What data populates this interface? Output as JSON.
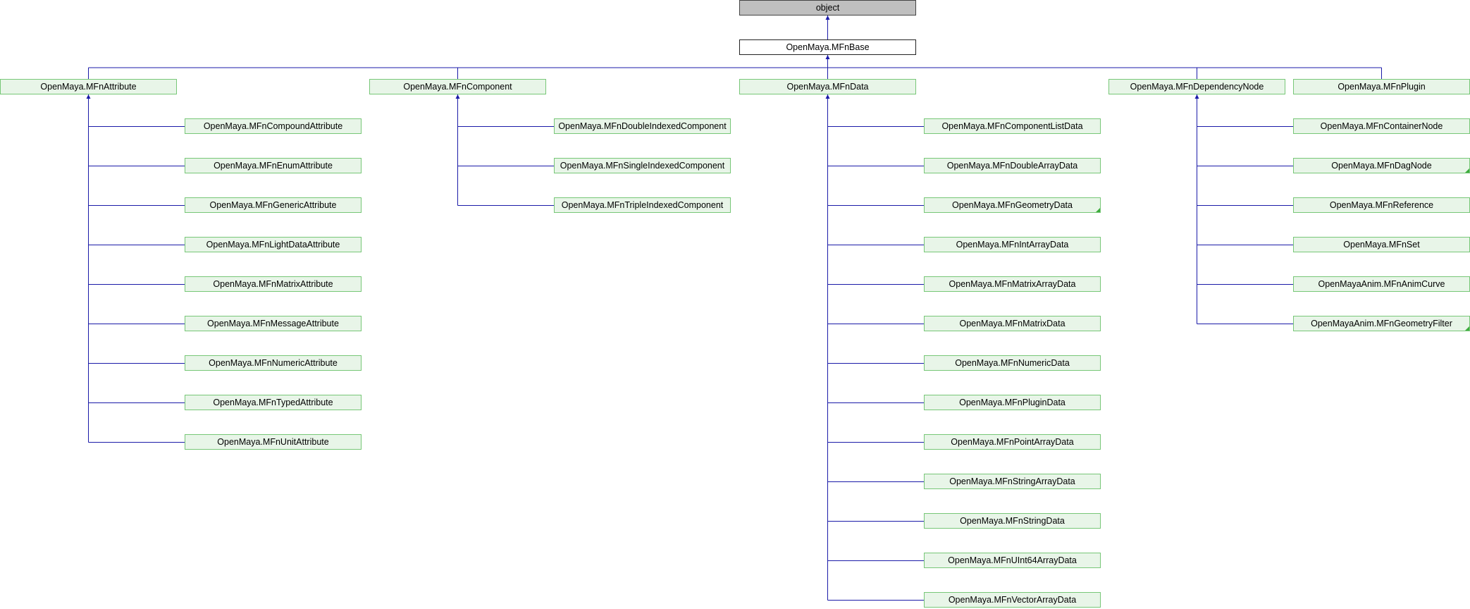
{
  "colors": {
    "edge": "#1a1aa8",
    "node_fill": "#e8f5e8",
    "node_border": "#77c777",
    "root_fill": "#bfbfbf"
  },
  "root": {
    "label": "object"
  },
  "base": {
    "label": "OpenMaya.MFnBase"
  },
  "groups": [
    {
      "label": "OpenMaya.MFnAttribute",
      "children": [
        {
          "label": "OpenMaya.MFnCompoundAttribute"
        },
        {
          "label": "OpenMaya.MFnEnumAttribute"
        },
        {
          "label": "OpenMaya.MFnGenericAttribute"
        },
        {
          "label": "OpenMaya.MFnLightDataAttribute"
        },
        {
          "label": "OpenMaya.MFnMatrixAttribute"
        },
        {
          "label": "OpenMaya.MFnMessageAttribute"
        },
        {
          "label": "OpenMaya.MFnNumericAttribute"
        },
        {
          "label": "OpenMaya.MFnTypedAttribute"
        },
        {
          "label": "OpenMaya.MFnUnitAttribute"
        }
      ]
    },
    {
      "label": "OpenMaya.MFnComponent",
      "children": [
        {
          "label": "OpenMaya.MFnDoubleIndexedComponent"
        },
        {
          "label": "OpenMaya.MFnSingleIndexedComponent"
        },
        {
          "label": "OpenMaya.MFnTripleIndexedComponent"
        }
      ]
    },
    {
      "label": "OpenMaya.MFnData",
      "children": [
        {
          "label": "OpenMaya.MFnComponentListData"
        },
        {
          "label": "OpenMaya.MFnDoubleArrayData"
        },
        {
          "label": "OpenMaya.MFnGeometryData",
          "has_more": true
        },
        {
          "label": "OpenMaya.MFnIntArrayData"
        },
        {
          "label": "OpenMaya.MFnMatrixArrayData"
        },
        {
          "label": "OpenMaya.MFnMatrixData"
        },
        {
          "label": "OpenMaya.MFnNumericData"
        },
        {
          "label": "OpenMaya.MFnPluginData"
        },
        {
          "label": "OpenMaya.MFnPointArrayData"
        },
        {
          "label": "OpenMaya.MFnStringArrayData"
        },
        {
          "label": "OpenMaya.MFnStringData"
        },
        {
          "label": "OpenMaya.MFnUInt64ArrayData"
        },
        {
          "label": "OpenMaya.MFnVectorArrayData"
        }
      ]
    },
    {
      "label": "OpenMaya.MFnDependencyNode",
      "children": [
        {
          "label": "OpenMaya.MFnContainerNode"
        },
        {
          "label": "OpenMaya.MFnDagNode",
          "has_more": true
        },
        {
          "label": "OpenMaya.MFnReference"
        },
        {
          "label": "OpenMaya.MFnSet"
        },
        {
          "label": "OpenMayaAnim.MFnAnimCurve"
        },
        {
          "label": "OpenMayaAnim.MFnGeometryFilter",
          "has_more": true
        }
      ]
    },
    {
      "label": "OpenMaya.MFnPlugin",
      "children": []
    }
  ]
}
